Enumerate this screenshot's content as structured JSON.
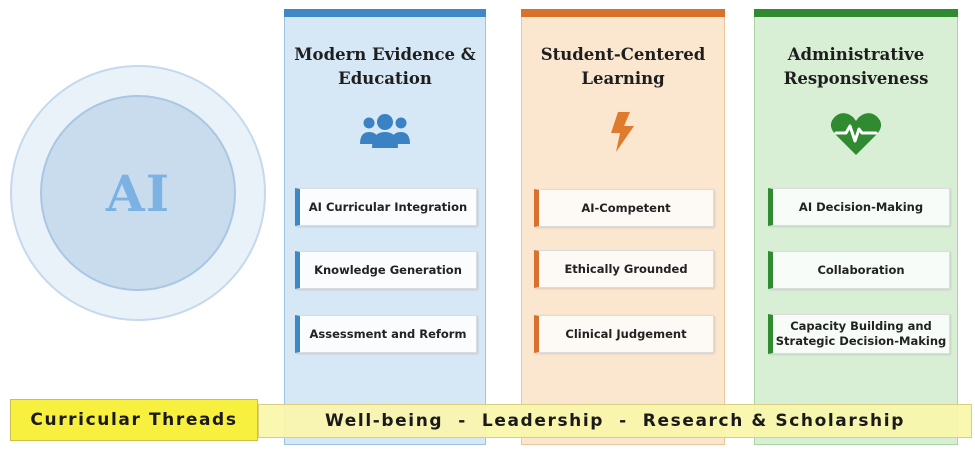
{
  "ai": {
    "label": "AI"
  },
  "columns": [
    {
      "title_line1": "Modern Evidence &",
      "title_line2": "Education",
      "icon": "users-icon",
      "accent": "#3f88c5",
      "items": [
        "AI Curricular Integration",
        "Knowledge Generation",
        "Assessment and Reform"
      ]
    },
    {
      "title_line1": "Student-Centered",
      "title_line2": "Learning",
      "icon": "lightning-bolt-icon",
      "accent": "#d8722b",
      "items": [
        "AI-Competent",
        "Ethically Grounded",
        "Clinical Judgement"
      ]
    },
    {
      "title_line1": "Administrative",
      "title_line2": "Responsiveness",
      "icon": "heart-pulse-icon",
      "accent": "#2f8a30",
      "items": [
        "AI Decision-Making",
        "Collaboration",
        "Capacity Building and",
        "Strategic Decision-Making"
      ]
    }
  ],
  "threads": {
    "label": "Curricular Threads",
    "values": "Well-being  -  Leadership  -  Research & Scholarship"
  }
}
